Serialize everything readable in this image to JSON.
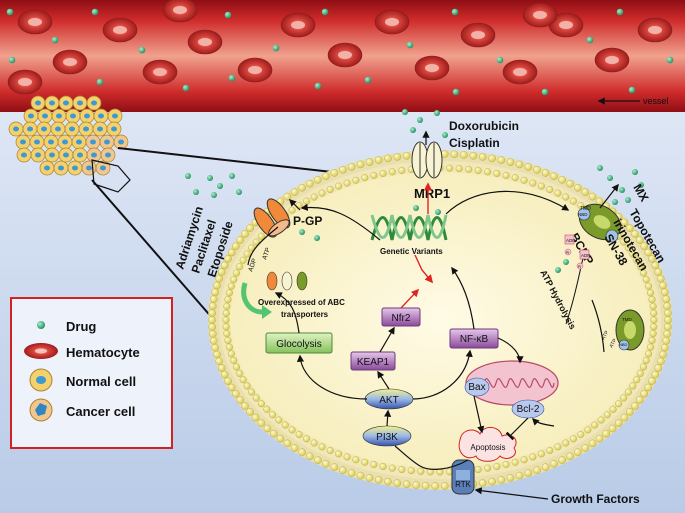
{
  "vessel": {
    "label": "vessel"
  },
  "drugs": {
    "top": [
      "Doxorubicin",
      "Cisplatin"
    ],
    "left": [
      "Adriamycin",
      "Paclitaxel",
      "Etoposide"
    ],
    "right": [
      "MX",
      "Topotecan",
      "irinotecan",
      "SN-38"
    ]
  },
  "transporters": {
    "mrp1": "MRP1",
    "pgp": "P-GP",
    "bcrp": "BCRP"
  },
  "nodes": {
    "genetic_variants": "Genetic Variants",
    "overexpressed": [
      "Overexpressed of ABC",
      "transporters"
    ],
    "nfr2": "Nfr2",
    "nfkb": "NF-κB",
    "keap1": "KEAP1",
    "glocolysis": "Glocolysis",
    "akt": "AKT",
    "pi3k": "PI3K",
    "rtk": "RTK",
    "bax": "Bax",
    "bcl2": "Bcl-2",
    "apoptosis": "Apoptosis",
    "atp_hydrolysis": "ATP Hydrolysis",
    "growth_factors": "Growth Factors",
    "atp": "ATP",
    "adp": "ADP",
    "pi": "Pi",
    "nbd": "NBD",
    "tmd": "TMD"
  },
  "legend": {
    "items": [
      {
        "icon": "drug-dot-icon",
        "label": "Drug"
      },
      {
        "icon": "hematocyte-icon",
        "label": "Hematocyte"
      },
      {
        "icon": "normal-cell-icon",
        "label": "Normal cell"
      },
      {
        "icon": "cancer-cell-icon",
        "label": "Cancer cell"
      }
    ]
  },
  "colors": {
    "vessel": "#b8181f",
    "background": "#c5d4ec",
    "cytoplasm": "#fbf4cf",
    "membrane_head": "#f1e98a",
    "drug": "#43b88c",
    "red_arrow": "#e02424",
    "legend_border": "#d32020"
  }
}
